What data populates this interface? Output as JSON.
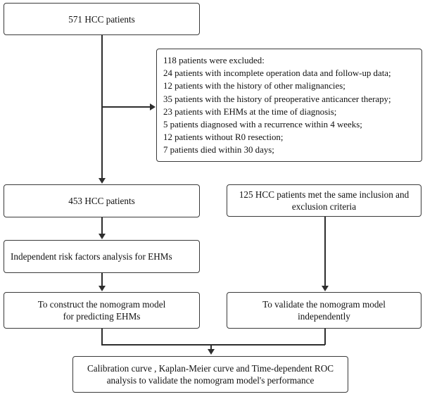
{
  "diagram": {
    "type": "flowchart",
    "title": "HCC patient cohort selection and nomogram model flowchart",
    "line_color": "#2e2e2e",
    "box_border_color": "#3a3a3a",
    "background_color": "#ffffff",
    "nodes": [
      {
        "id": "cohort-total",
        "label": "571 HCC patients",
        "count": 571
      },
      {
        "id": "exclusions",
        "label": "118 patients were excluded:\n24 patients with incomplete operation data and follow-up data;\n12 patients with the history of other malignancies;\n35 patients with the history of preoperative anticancer therapy;\n23 patients with EHMs at the time of diagnosis;\n5 patients diagnosed with a recurrence within 4 weeks;\n12 patients without R0 resection;\n7 patients died within 30 days;",
        "count": 118,
        "lines": [
          "118 patients were excluded:",
          "24 patients with incomplete operation data and follow-up data;",
          "12 patients with the history of other malignancies;",
          "35 patients with the history of preoperative anticancer therapy;",
          "23 patients with EHMs at the time of diagnosis;",
          "5 patients diagnosed with a recurrence within 4 weeks;",
          "12 patients without R0 resection;",
          "7 patients died within 30 days;"
        ]
      },
      {
        "id": "cohort-training",
        "label": "453 HCC patients",
        "count": 453
      },
      {
        "id": "cohort-validation",
        "label": "125 HCC patients met the same inclusion and\nexclusion criteria",
        "count": 125
      },
      {
        "id": "risk-factor-analysis",
        "label": "Independent risk factors analysis for EHMs"
      },
      {
        "id": "construct-model",
        "label": "To construct the nomogram model\nfor predicting EHMs"
      },
      {
        "id": "validate-model",
        "label": "To validate the nomogram model\nindependently"
      },
      {
        "id": "performance-validation",
        "label": "Calibration curve , Kaplan-Meier curve and Time-dependent ROC\nanalysis to validate the nomogram model's performance"
      }
    ]
  }
}
